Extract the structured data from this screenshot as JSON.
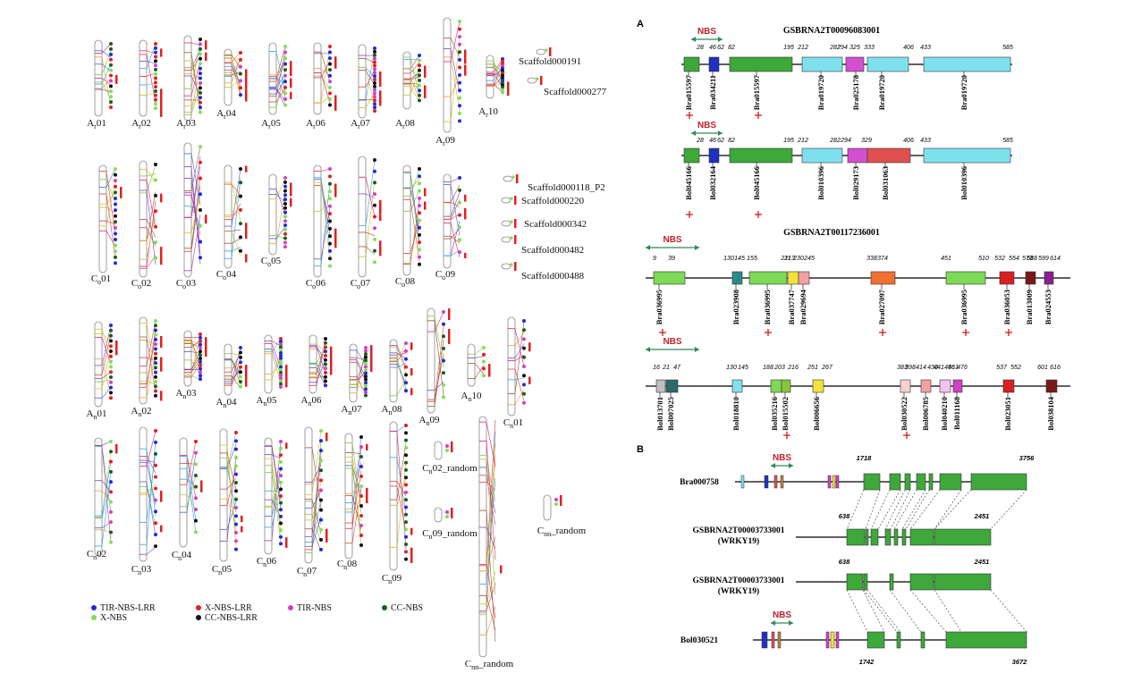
{
  "left_panel": {
    "groups": [
      {
        "id": "Ar",
        "chromosomes": [
          {
            "label": "A",
            "sub": "r",
            "num": "01"
          },
          {
            "label": "A",
            "sub": "r",
            "num": "02"
          },
          {
            "label": "A",
            "sub": "r",
            "num": "03"
          },
          {
            "label": "A",
            "sub": "r",
            "num": "04"
          },
          {
            "label": "A",
            "sub": "r",
            "num": "05"
          },
          {
            "label": "A",
            "sub": "r",
            "num": "06"
          },
          {
            "label": "A",
            "sub": "r",
            "num": "07"
          },
          {
            "label": "A",
            "sub": "r",
            "num": "08"
          },
          {
            "label": "A",
            "sub": "r",
            "num": "09"
          },
          {
            "label": "A",
            "sub": "r",
            "num": "10"
          }
        ]
      },
      {
        "id": "Co",
        "chromosomes": [
          {
            "label": "C",
            "sub": "o",
            "num": "01"
          },
          {
            "label": "C",
            "sub": "o",
            "num": "02"
          },
          {
            "label": "C",
            "sub": "o",
            "num": "03"
          },
          {
            "label": "C",
            "sub": "o",
            "num": "04"
          },
          {
            "label": "C",
            "sub": "o",
            "num": "05"
          },
          {
            "label": "C",
            "sub": "o",
            "num": "06"
          },
          {
            "label": "C",
            "sub": "o",
            "num": "07"
          },
          {
            "label": "C",
            "sub": "o",
            "num": "08"
          },
          {
            "label": "C",
            "sub": "o",
            "num": "09"
          }
        ]
      },
      {
        "id": "An",
        "chromosomes": [
          {
            "label": "A",
            "sub": "n",
            "num": "01"
          },
          {
            "label": "A",
            "sub": "n",
            "num": "02"
          },
          {
            "label": "A",
            "sub": "n",
            "num": "03"
          },
          {
            "label": "A",
            "sub": "n",
            "num": "04"
          },
          {
            "label": "A",
            "sub": "n",
            "num": "05"
          },
          {
            "label": "A",
            "sub": "n",
            "num": "06"
          },
          {
            "label": "A",
            "sub": "n",
            "num": "07"
          },
          {
            "label": "A",
            "sub": "n",
            "num": "08"
          },
          {
            "label": "A",
            "sub": "n",
            "num": "09"
          },
          {
            "label": "A",
            "sub": "n",
            "num": "10"
          }
        ]
      },
      {
        "id": "Cn",
        "chromosomes": [
          {
            "label": "C",
            "sub": "n",
            "num": "01"
          },
          {
            "label": "C",
            "sub": "n",
            "num": "02"
          },
          {
            "label": "C",
            "sub": "n",
            "num": "03"
          },
          {
            "label": "C",
            "sub": "n",
            "num": "04"
          },
          {
            "label": "C",
            "sub": "n",
            "num": "05"
          },
          {
            "label": "C",
            "sub": "n",
            "num": "06"
          },
          {
            "label": "C",
            "sub": "n",
            "num": "07"
          },
          {
            "label": "C",
            "sub": "n",
            "num": "08"
          },
          {
            "label": "C",
            "sub": "n",
            "num": "09"
          }
        ]
      }
    ],
    "scaffolds": [
      "Scaffold000191",
      "Scaffold000277",
      "Scaffold000118_P2",
      "Scaffold000220",
      "Scaffold000342",
      "Scaffold000482",
      "Scaffold000488"
    ],
    "random_labels": [
      {
        "label": "C",
        "sub": "n",
        "suffix": "02_random"
      },
      {
        "label": "C",
        "sub": "n",
        "suffix": "09_random"
      },
      {
        "label": "C",
        "sub": "nn",
        "suffix": "_random"
      },
      {
        "label": "C",
        "sub": "nn",
        "suffix": "_random"
      }
    ],
    "legend": [
      {
        "label": "TIR-NBS-LRR",
        "color": "#1f2bd8"
      },
      {
        "label": "X-NBS",
        "color": "#7ee05a"
      },
      {
        "label": "X-NBS-LRR",
        "color": "#e02020"
      },
      {
        "label": "CC-NBS-LRR",
        "color": "#111111"
      },
      {
        "label": "TIR-NBS",
        "color": "#d040c8"
      },
      {
        "label": "CC-NBS",
        "color": "#1b5e20"
      }
    ]
  },
  "right_panel": {
    "panel_a": "A",
    "panel_b": "B",
    "nbs_label": "NBS",
    "gene1": {
      "title": "GSBRNA2T00096083001",
      "row1_numbers": [
        "28",
        "46",
        "62",
        "82",
        "195",
        "212",
        "282",
        "294",
        "325",
        "333",
        "406",
        "433",
        "585"
      ],
      "row1_genes": [
        "Bra015597",
        "Bra034211",
        "Bra015597",
        "Bra019720",
        "Bra025178",
        "Bra019720",
        "Bra019720"
      ],
      "row2_numbers": [
        "28",
        "46",
        "62",
        "82",
        "195",
        "212",
        "282",
        "294",
        "329",
        "406",
        "433",
        "585"
      ],
      "row2_genes": [
        "Bol045166",
        "Bol032164",
        "Bol045166",
        "Bol010396",
        "Bol029173",
        "Bol031063",
        "Bol010396"
      ]
    },
    "gene2": {
      "title": "GSBRNA2T00117236001",
      "row1_numbers": [
        "9",
        "39",
        "130",
        "145",
        "155",
        "211",
        "213",
        "230",
        "245",
        "338",
        "374",
        "451",
        "510",
        "532",
        "554",
        "573",
        "588",
        "599",
        "614"
      ],
      "row1_genes": [
        "Bra036995",
        "Bra023908",
        "Bra036995",
        "Bra037747",
        "Bra029694",
        "Bra027097",
        "Bra036995",
        "Bra036053",
        "Bra013009",
        "Bra024553"
      ],
      "row2_numbers": [
        "16",
        "21",
        "47",
        "130",
        "145",
        "188",
        "203",
        "216",
        "251",
        "267",
        "383",
        "398",
        "414",
        "430",
        "441",
        "456",
        "461",
        "476",
        "537",
        "552",
        "601",
        "616"
      ],
      "row2_genes": [
        "Bol013701",
        "Bol007025",
        "Bol018810",
        "Bol035216",
        "Bol015502",
        "Bol006656",
        "Bol030522",
        "Bol006785",
        "Bol040210",
        "Bol011168",
        "Bol023051",
        "Bol038104"
      ]
    },
    "panel_b_rows": [
      {
        "name": "Bra000758",
        "nums": [
          "1718",
          "3756"
        ]
      },
      {
        "name": "GSBRNA2T00003733001",
        "name2": "(WRKY19)",
        "nums": [
          "638",
          "2451"
        ]
      },
      {
        "name": "GSBRNA2T00003733001",
        "name2": "(WRKY19)",
        "nums": [
          "638",
          "2451"
        ]
      },
      {
        "name": "Bol030521",
        "nums": [
          "1742",
          "3672"
        ]
      }
    ]
  },
  "colors": {
    "tir_nbs_lrr": "#1f2bd8",
    "x_nbs": "#7ee05a",
    "x_nbs_lrr": "#e02020",
    "cc_nbs_lrr": "#111111",
    "tir_nbs": "#d040c8",
    "cc_nbs": "#1b5e20",
    "nbs_red": "#c0202a",
    "nbs_arrow": "#2e8b57",
    "domain_green": "#3ea83a"
  }
}
